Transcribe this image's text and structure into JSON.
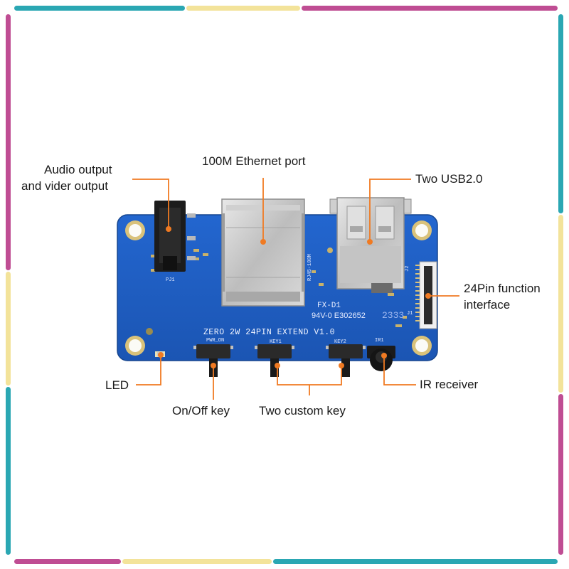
{
  "colors": {
    "frame_teal": "#2aa7b3",
    "frame_yellow": "#f3e39a",
    "frame_magenta": "#bf4d93",
    "pcb_blue": "#1f5fc4",
    "pcb_dark": "#174aa0",
    "callout_orange": "#f07a22"
  },
  "callouts": {
    "audio": [
      "Audio output",
      "and vider output"
    ],
    "ethernet": "100M Ethernet port",
    "usb": "Two USB2.0",
    "pin24": [
      "24Pin function",
      "interface"
    ],
    "led": "LED",
    "onoff": "On/Off key",
    "custom": "Two custom key",
    "ir": "IR receiver"
  },
  "silkscreen": {
    "board_name": "ZERO 2W 24PIN EXTEND V1.0",
    "model": "FX-D1",
    "ul_code": "94V-0 E302652",
    "date_code": "2333",
    "pwr_label": "PWR_ON",
    "key1_label": "KEY1",
    "key2_label": "KEY2",
    "rj45_label": "RJ45-100M",
    "ir_label": "IR1",
    "audio_label": "PJ1",
    "j1_label": "J1",
    "j2_label": "J2"
  },
  "icons": [
    "rj45-port",
    "usb-port",
    "audio-jack",
    "fpc-connector",
    "tactile-key",
    "ir-receiver",
    "led",
    "mounting-hole"
  ]
}
